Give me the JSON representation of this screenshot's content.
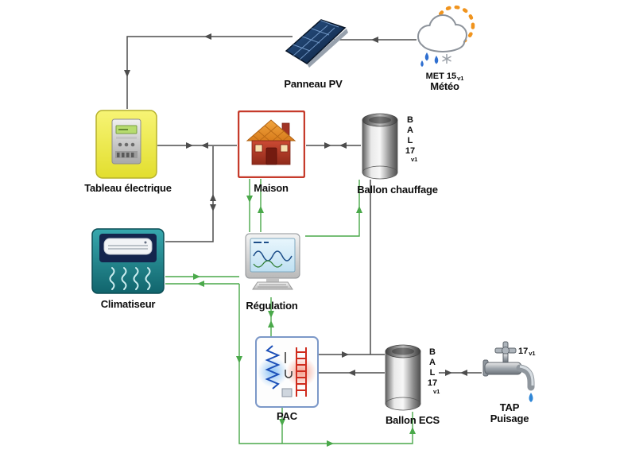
{
  "colors": {
    "link": "#4d4d4d",
    "signal_link": "#4aa94a",
    "tableau_fill": "#f2ee52",
    "maison_border": "#c63b2b",
    "climatiseur_fill": "#1f8d95",
    "pv_panel": "#16335e",
    "sun_rays": "#f0941e",
    "rain_drop": "#2f6fd0"
  },
  "nodes": {
    "panneau_pv": {
      "label": "Panneau PV"
    },
    "meteo": {
      "unit": "MET 15",
      "version": "v1",
      "label": "Météo"
    },
    "tableau_electrique": {
      "label": "Tableau électrique"
    },
    "maison": {
      "label": "Maison"
    },
    "ballon_chauffage": {
      "unit": "B\nA\nL\n17",
      "version": "v1",
      "label": "Ballon chauffage"
    },
    "climatiseur": {
      "label": "Climatiseur"
    },
    "regulation": {
      "label": "Régulation"
    },
    "pac": {
      "label": "PAC"
    },
    "ballon_ecs": {
      "unit": "B\nA\nL\n17",
      "version": "v1",
      "label": "Ballon ECS"
    },
    "tap": {
      "unit": "17",
      "version": "v1",
      "label": "TAP",
      "sublabel": "Puisage"
    }
  },
  "connections": [
    {
      "from": "panneau_pv",
      "to": "tableau_electrique",
      "type": "power"
    },
    {
      "from": "meteo",
      "to": "panneau_pv",
      "type": "data"
    },
    {
      "from": "tableau_electrique",
      "to": "maison",
      "type": "power"
    },
    {
      "from": "maison",
      "to": "ballon_chauffage",
      "type": "fluid"
    },
    {
      "from": "maison",
      "to": "regulation",
      "type": "signal"
    },
    {
      "from": "climatiseur",
      "to": "tableau_electrique",
      "type": "power"
    },
    {
      "from": "climatiseur",
      "to": "regulation",
      "type": "signal"
    },
    {
      "from": "regulation",
      "to": "pac",
      "type": "signal"
    },
    {
      "from": "regulation",
      "to": "ballon_chauffage",
      "type": "signal"
    },
    {
      "from": "ballon_chauffage",
      "to": "pac",
      "type": "fluid"
    },
    {
      "from": "pac",
      "to": "ballon_ecs",
      "type": "fluid"
    },
    {
      "from": "ballon_ecs",
      "to": "tap",
      "type": "fluid"
    },
    {
      "from": "regulation",
      "to": "ballon_ecs",
      "type": "signal"
    },
    {
      "from": "pac",
      "to": "regulation",
      "type": "signal"
    }
  ]
}
